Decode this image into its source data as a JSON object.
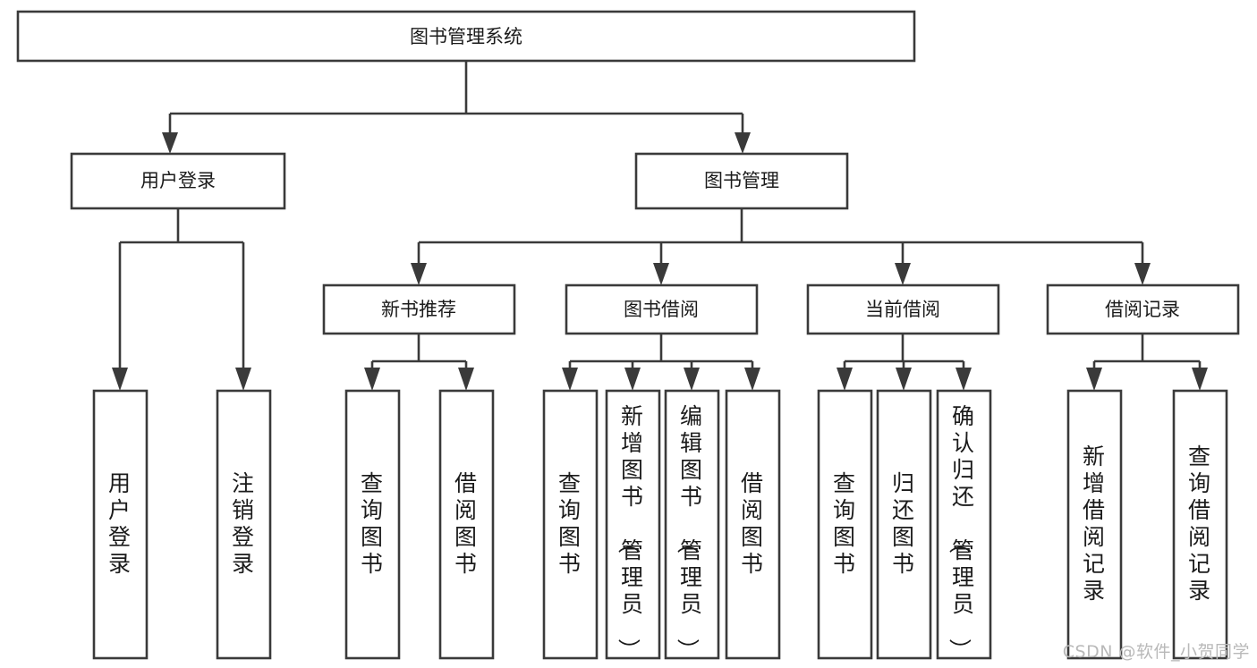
{
  "diagram": {
    "title_node": {
      "label": "图书管理系统"
    },
    "level2": [
      {
        "id": "user-login",
        "label": "用户登录"
      },
      {
        "id": "book-manage",
        "label": "图书管理"
      }
    ],
    "level3": [
      {
        "id": "new-book-recommend",
        "label": "新书推荐"
      },
      {
        "id": "book-borrow",
        "label": "图书借阅"
      },
      {
        "id": "current-borrow",
        "label": "当前借阅"
      },
      {
        "id": "borrow-record",
        "label": "借阅记录"
      }
    ],
    "leaves": {
      "user-login": [
        {
          "id": "leaf-user-login",
          "label": "用户登录"
        },
        {
          "id": "leaf-logout-login",
          "label": "注销登录"
        }
      ],
      "new-book-recommend": [
        {
          "id": "leaf-query-book-1",
          "label": "查询图书"
        },
        {
          "id": "leaf-borrow-book-1",
          "label": "借阅图书"
        }
      ],
      "book-borrow": [
        {
          "id": "leaf-query-book-2",
          "label": "查询图书"
        },
        {
          "id": "leaf-add-book",
          "label": "新增图书（管理员）"
        },
        {
          "id": "leaf-edit-book",
          "label": "编辑图书（管理员）"
        },
        {
          "id": "leaf-borrow-book-2",
          "label": "借阅图书"
        }
      ],
      "current-borrow": [
        {
          "id": "leaf-query-book-3",
          "label": "查询图书"
        },
        {
          "id": "leaf-return-book",
          "label": "归还图书"
        },
        {
          "id": "leaf-confirm-return",
          "label": "确认归还（管理员）"
        }
      ],
      "borrow-record": [
        {
          "id": "leaf-add-record",
          "label": "新增借阅记录"
        },
        {
          "id": "leaf-query-record",
          "label": "查询借阅记录"
        }
      ]
    },
    "colors": {
      "stroke": "#3a3a3a",
      "box_fill": "#ffffff",
      "text": "#1b1b1b",
      "background": "#ffffff",
      "watermark": "#b9b9b9"
    }
  },
  "watermark": {
    "text": "CSDN @软件_小贺同学"
  }
}
